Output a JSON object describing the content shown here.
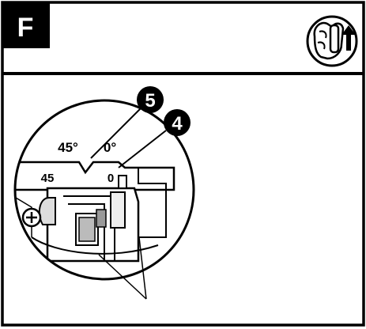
{
  "step": {
    "letter": "F"
  },
  "callouts": [
    {
      "number": "5"
    },
    {
      "number": "4"
    }
  ],
  "angle_labels": [
    {
      "text": "45°"
    },
    {
      "text": "0°"
    }
  ],
  "scale_marks": [
    {
      "text": "45"
    },
    {
      "text": "0"
    }
  ],
  "icons": {
    "header_icon": "hand-pull-up-icon",
    "screw": "phillips-screw-icon"
  },
  "colors": {
    "ink": "#000000",
    "paper": "#ffffff"
  }
}
